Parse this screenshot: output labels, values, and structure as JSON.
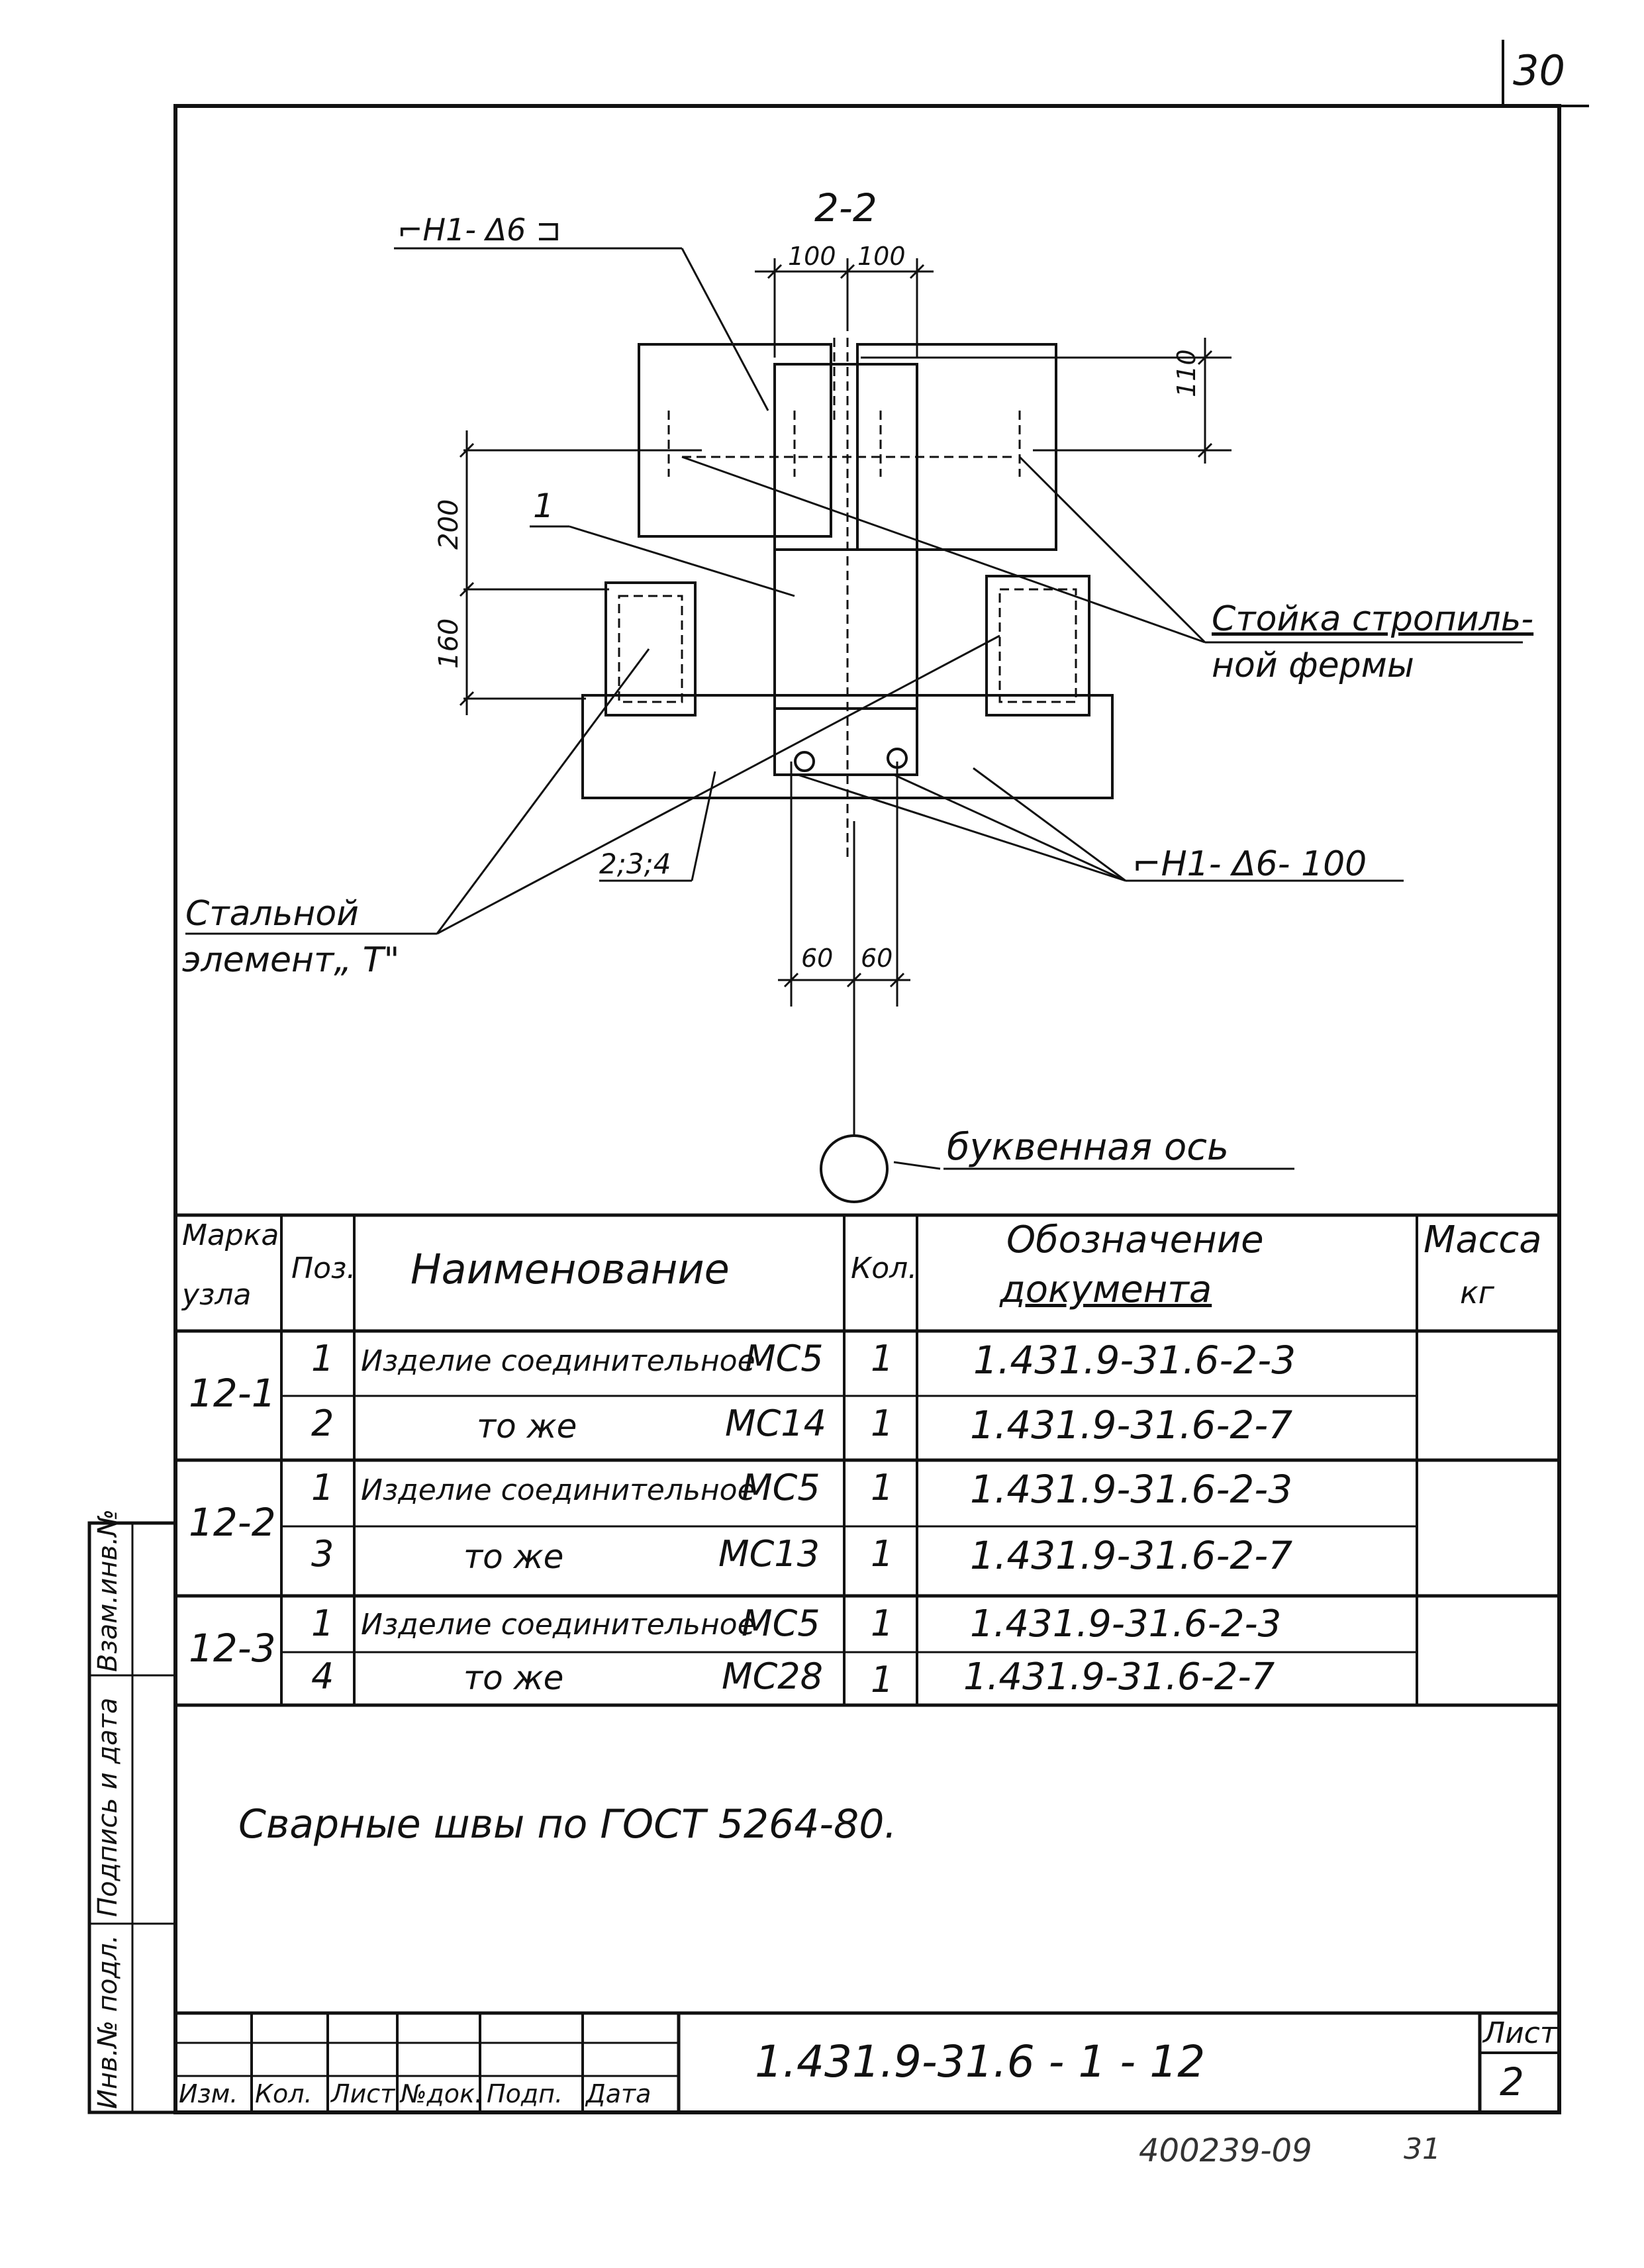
{
  "sheet_corner_number": "30",
  "drawing": {
    "section_label": "2-2",
    "weld_top": "⌐Н1- Δ6 ⊐",
    "weld_bottom": "⌐Н1- Δ6- 100",
    "dims": {
      "top_left": "100",
      "top_right": "100",
      "right_vertical": "110",
      "left_upper": "200",
      "left_lower": "160",
      "bottom_left": "60",
      "bottom_right": "60"
    },
    "pos_1": "1",
    "pos_234": "2;3;4",
    "truss_post_line1": "Стойка стропиль-",
    "truss_post_line2": "ной фермы",
    "steel_el_line1": "Стальной",
    "steel_el_line2": "элемент„ Т\"",
    "axis_label": "буквенная  ось"
  },
  "table": {
    "headers": {
      "mark_line1": "Марка",
      "mark_line2": "узла",
      "pos": "Поз.",
      "name": "Наименование",
      "qty": "Кол.",
      "doc_line1": "Обозначение",
      "doc_line2": "документа",
      "mass_line1": "Масса",
      "mass_line2": "кг"
    },
    "groups": [
      {
        "mark": "12-1",
        "rows": [
          {
            "pos": "1",
            "name": "Изделие соединительное",
            "code": "МС5",
            "qty": "1",
            "doc": "1.431.9-31.6-2-3"
          },
          {
            "pos": "2",
            "name": "то же",
            "code": "МС14",
            "qty": "1",
            "doc": "1.431.9-31.6-2-7"
          }
        ]
      },
      {
        "mark": "12-2",
        "rows": [
          {
            "pos": "1",
            "name": "Изделие соединительное",
            "code": "МС5",
            "qty": "1",
            "doc": "1.431.9-31.6-2-3"
          },
          {
            "pos": "3",
            "name": "то же",
            "code": "МС13",
            "qty": "1",
            "doc": "1.431.9-31.6-2-7"
          }
        ]
      },
      {
        "mark": "12-3",
        "rows": [
          {
            "pos": "1",
            "name": "Изделие соединительное",
            "code": "МС5",
            "qty": "1",
            "doc": "1.431.9-31.6-2-3"
          },
          {
            "pos": "4",
            "name": "то же",
            "code": "МС28",
            "qty": "1",
            "doc": "1.431.9-31.6-2-7"
          }
        ]
      }
    ]
  },
  "note": "Сварные швы по ГОСТ 5264-80.",
  "title_block": {
    "col_labels": [
      "Изм.",
      "Кол.",
      "Лист",
      "№док.",
      "Подп.",
      "Дата"
    ],
    "designation": "1.431.9-31.6 - 1 - 12",
    "sheet_label": "Лист",
    "sheet_number": "2"
  },
  "left_strip": [
    "Инв.№ подл.",
    "Подпись и дата",
    "Взам.инв.№"
  ],
  "archive_stamp": "400239-09",
  "archive_stamp_suffix": "31"
}
